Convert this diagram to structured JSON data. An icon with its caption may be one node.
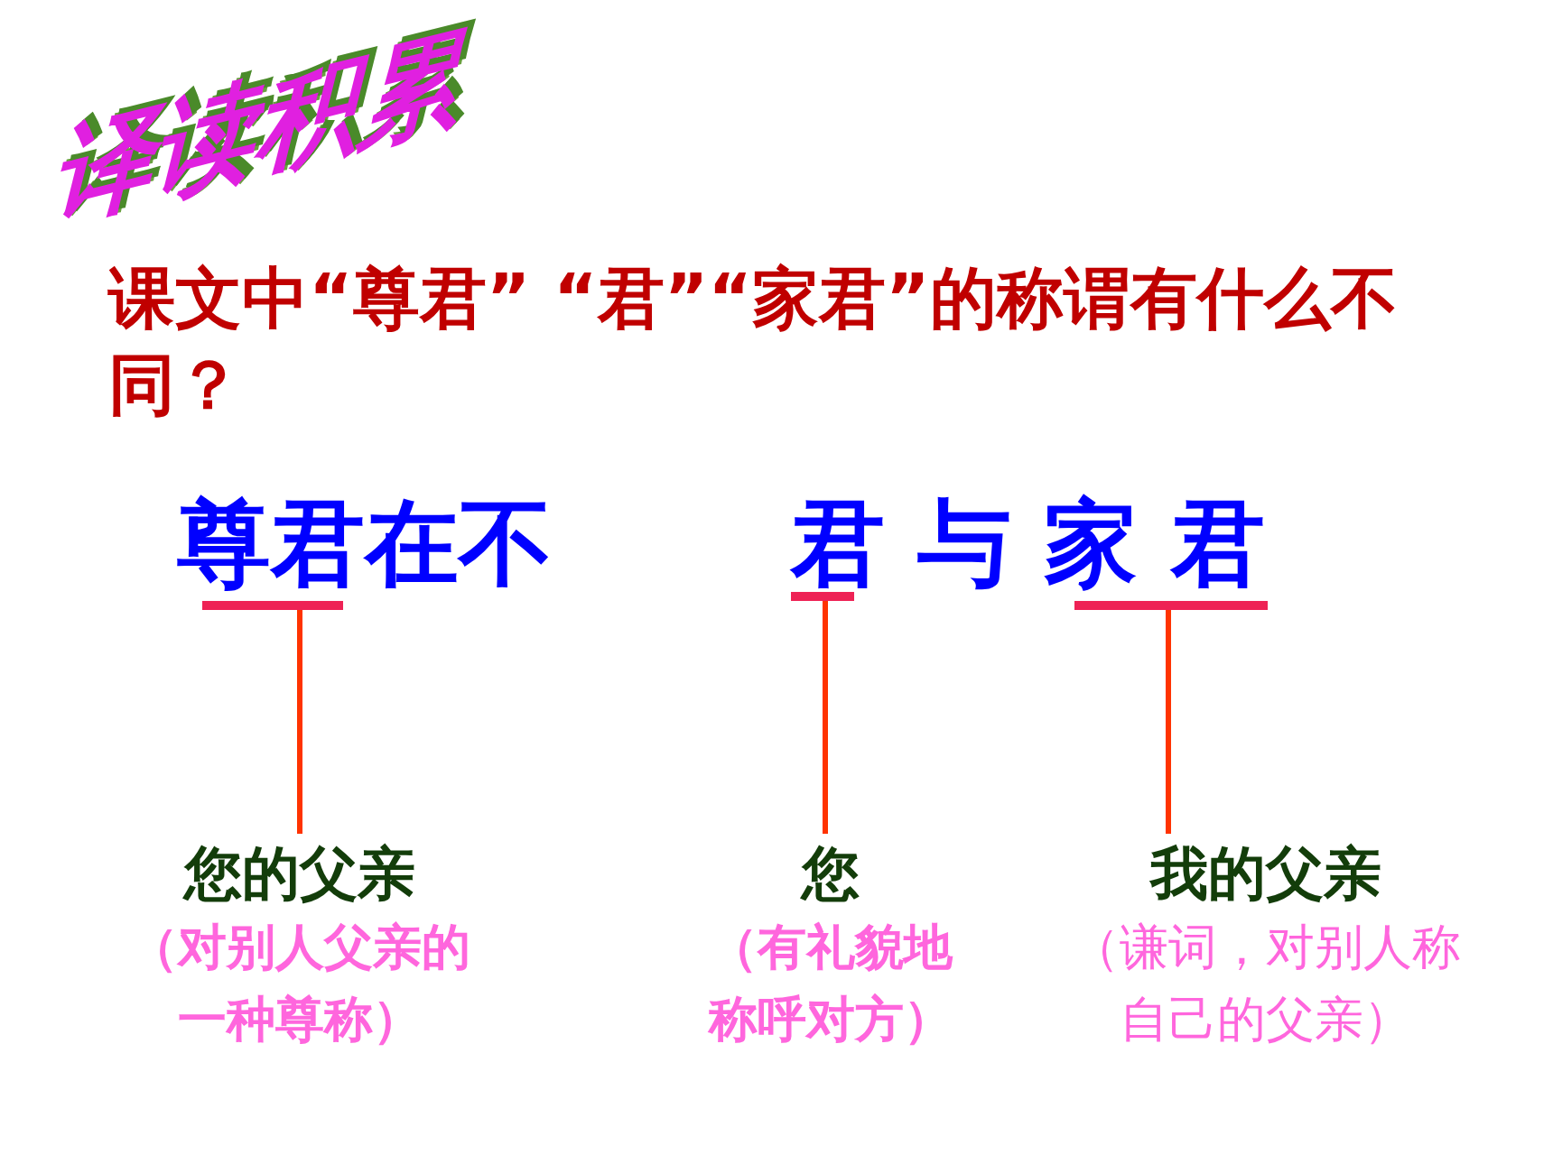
{
  "diagram": {
    "title": "译读积累",
    "nodes": [
      {
        "text": [],
        "shape": "bar"
      },
      {
        "text": [],
        "shape": "bar"
      },
      {
        "text": [],
        "shape": "bar"
      },
      {
        "text": [
          "您的父亲",
          "（对别人父亲的一种尊称）"
        ]
      },
      {
        "text": [
          "您",
          "（有礼貌地称呼对方）"
        ]
      },
      {
        "text": [
          "我的父亲",
          "（谦词，对别人称自己的父亲）"
        ]
      }
    ],
    "edges": [
      {
        "from": 0,
        "to": 3,
        "arrow": "none"
      },
      {
        "from": 1,
        "to": 4,
        "arrow": "none"
      },
      {
        "from": 2,
        "to": 5,
        "arrow": "none"
      }
    ],
    "labels": [
      "课文中“尊君” “君”“家君”的称谓有什么不同？",
      "尊君在不",
      "君 与 家 君"
    ]
  }
}
